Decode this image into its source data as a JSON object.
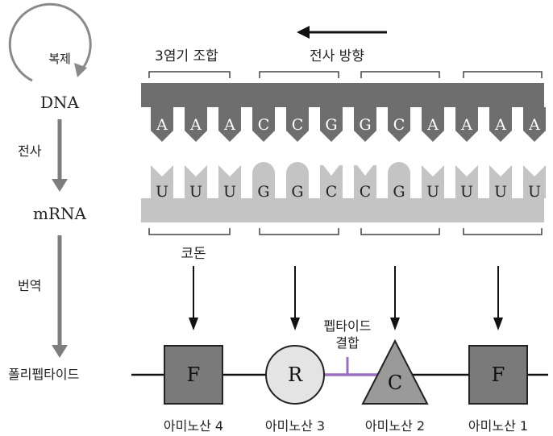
{
  "flow": {
    "replication": "복제",
    "dna": "DNA",
    "transcription": "전사",
    "mrna": "mRNA",
    "translation": "번역",
    "polypeptide": "폴리펩타이드"
  },
  "labels": {
    "triplet": "3염기 조합",
    "transcription_direction": "전사 방향",
    "codon": "코돈",
    "peptide_bond_line1": "펩타이드",
    "peptide_bond_line2": "결합"
  },
  "dna_bases": [
    "A",
    "A",
    "A",
    "C",
    "C",
    "G",
    "G",
    "C",
    "A",
    "A",
    "A",
    "A"
  ],
  "mrna_bases": [
    "U",
    "U",
    "U",
    "G",
    "G",
    "C",
    "C",
    "G",
    "U",
    "U",
    "U",
    "U"
  ],
  "amino_acids": [
    {
      "symbol": "F",
      "label": "아미노산 4",
      "shape": "square"
    },
    {
      "symbol": "R",
      "label": "아미노산 3",
      "shape": "circle"
    },
    {
      "symbol": "C",
      "label": "아미노산 2",
      "shape": "triangle"
    },
    {
      "symbol": "F",
      "label": "아미노산 1",
      "shape": "square"
    }
  ],
  "colors": {
    "dna_strand": "#6e6e6e",
    "mrna_strand": "#c4c4c4",
    "square_fill": "#7a7a7a",
    "circle_fill": "#e4e4e4",
    "triangle_fill": "#9a9a9a",
    "peptide_bond": "#9b6fc0",
    "arrow": "#7d7d7d"
  }
}
